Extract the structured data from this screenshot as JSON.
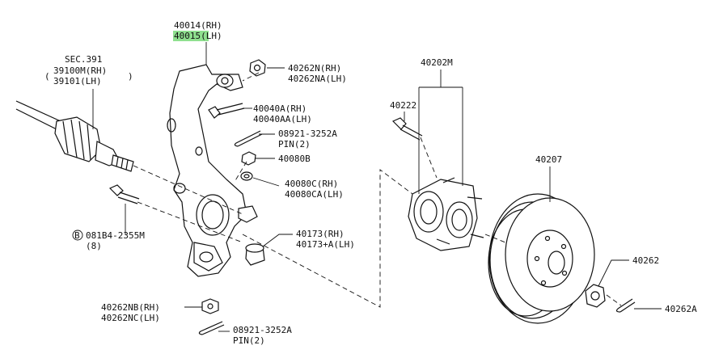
{
  "labels": {
    "knuckle_rh": "40014(RH)",
    "knuckle_lh": "40015(LH)",
    "sec_ref": "SEC.391",
    "shaft_rh": "39100M(RH)",
    "shaft_lh": "39101(LH)",
    "nut_top_rh": "40262N(RH)",
    "nut_top_lh": "40262NA(LH)",
    "bolt_rh": "40040A(RH)",
    "bolt_lh": "40040AA(LH)",
    "pin_top_num": "08921-3252A",
    "pin_top_qty": "PIN(2)",
    "nut_40080b": "40080B",
    "washer_rh": "40080C(RH)",
    "washer_lh": "40080CA(LH)",
    "bushing_rh": "40173(RH)",
    "bushing_lh": "40173+A(LH)",
    "bolt_circle_letter": "B",
    "bolt_b_num": "081B4-2355M",
    "bolt_b_qty": "(8)",
    "nut_bot_rh": "40262NB(RH)",
    "nut_bot_lh": "40262NC(LH)",
    "pin_bot_num": "08921-3252A",
    "pin_bot_qty": "PIN(2)",
    "hub_assy": "40202M",
    "hub_bolt": "40222",
    "rotor": "40207",
    "hub_nut": "40262",
    "cotter_pin": "40262A"
  },
  "highlight_color": "#8fe08f",
  "line_color": "#111111"
}
